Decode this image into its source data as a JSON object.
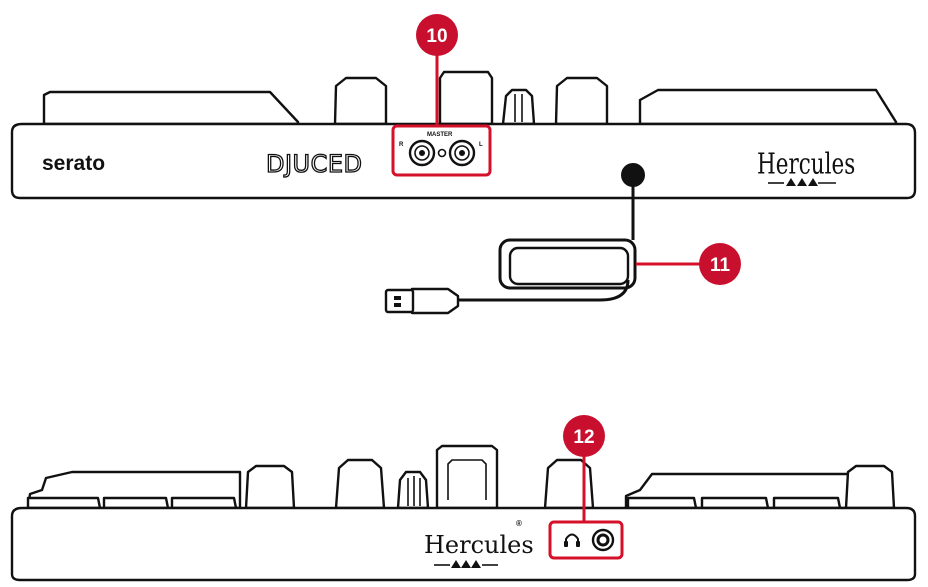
{
  "colors": {
    "callout_red": "#c8102e",
    "highlight_red": "#d4102a",
    "line_black": "#111111"
  },
  "top_view": {
    "logos": {
      "serato": "serato",
      "djuced": "DJUCED",
      "hercules": "Hercules"
    },
    "master": {
      "label": "MASTER",
      "right_label": "R",
      "left_label": "L"
    },
    "callouts": {
      "master_output": "10",
      "usb_cable": "11"
    }
  },
  "bottom_view": {
    "logos": {
      "hercules": "Hercules",
      "trademark": "®"
    },
    "callouts": {
      "headphone_output": "12"
    }
  },
  "icons": [
    "usb-plug-icon",
    "headphone-icon",
    "rca-jack-icon",
    "headphone-jack-icon"
  ]
}
